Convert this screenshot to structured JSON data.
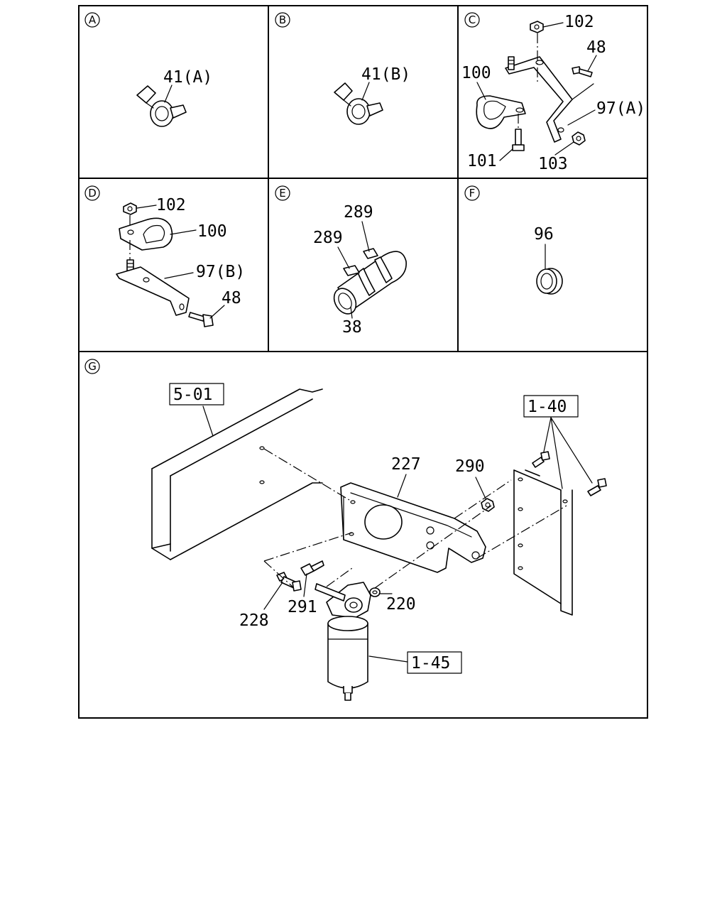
{
  "panels": [
    {
      "id": "A",
      "letter": "A",
      "labels": [
        "41(A)"
      ]
    },
    {
      "id": "B",
      "letter": "B",
      "labels": [
        "41(B)"
      ]
    },
    {
      "id": "C",
      "letter": "C",
      "labels": [
        "102",
        "48",
        "100",
        "97(A)",
        "101",
        "103"
      ]
    },
    {
      "id": "D",
      "letter": "D",
      "labels": [
        "102",
        "100",
        "97(B)",
        "48"
      ]
    },
    {
      "id": "E",
      "letter": "E",
      "labels": [
        "289",
        "289",
        "38"
      ]
    },
    {
      "id": "F",
      "letter": "F",
      "labels": [
        "96"
      ]
    },
    {
      "id": "G",
      "letter": "G",
      "labels": [
        "227",
        "290",
        "228",
        "291",
        "220"
      ],
      "boxed_refs": [
        "5-01",
        "1-40",
        "1-45"
      ]
    }
  ]
}
